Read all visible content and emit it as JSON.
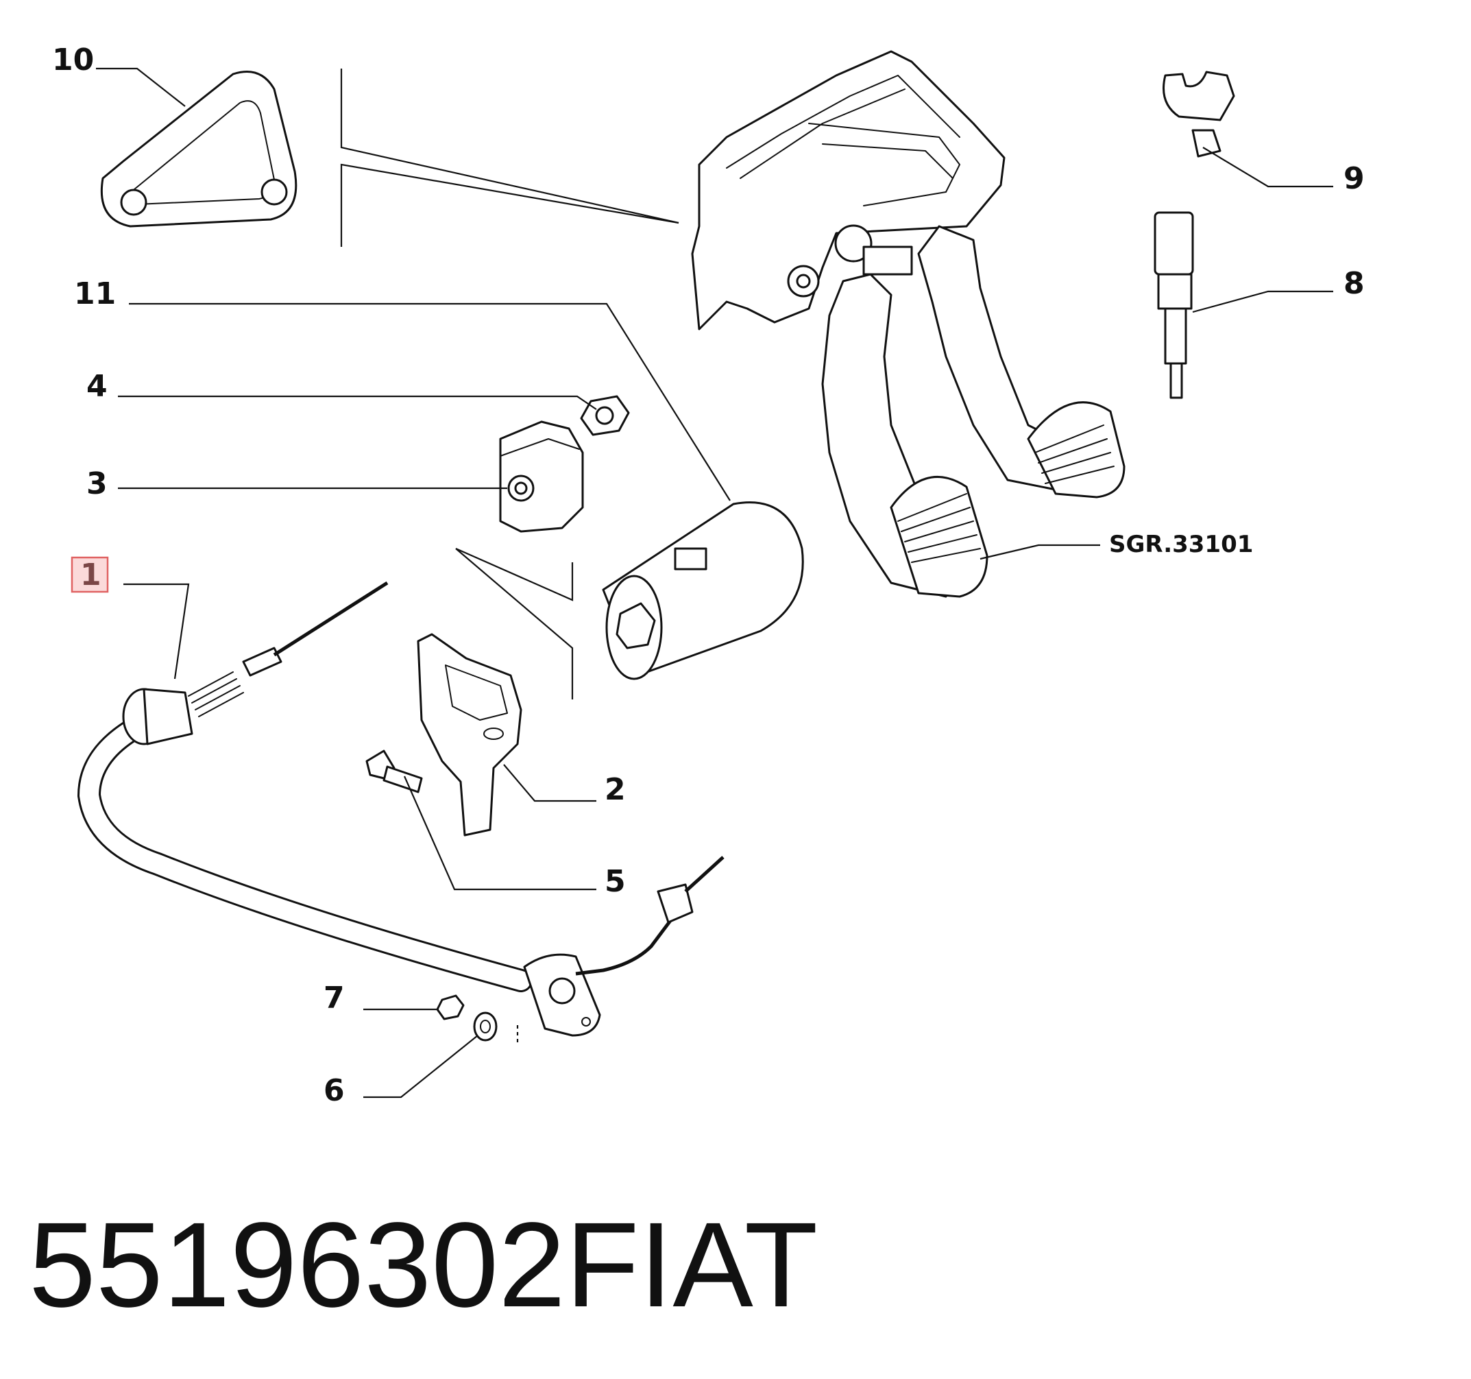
{
  "diagram": {
    "callouts": [
      {
        "id": "10",
        "label": "10"
      },
      {
        "id": "11",
        "label": "11"
      },
      {
        "id": "4",
        "label": "4"
      },
      {
        "id": "3",
        "label": "3"
      },
      {
        "id": "1",
        "label": "1",
        "highlighted": true
      },
      {
        "id": "2",
        "label": "2"
      },
      {
        "id": "5",
        "label": "5"
      },
      {
        "id": "7",
        "label": "7"
      },
      {
        "id": "6",
        "label": "6"
      },
      {
        "id": "9",
        "label": "9"
      },
      {
        "id": "8",
        "label": "8"
      },
      {
        "id": "sgr",
        "label": "SGR.33101"
      }
    ],
    "highlight_color": "#fbdada"
  },
  "footer": {
    "part_number": "55196302",
    "brand": "FIAT"
  }
}
